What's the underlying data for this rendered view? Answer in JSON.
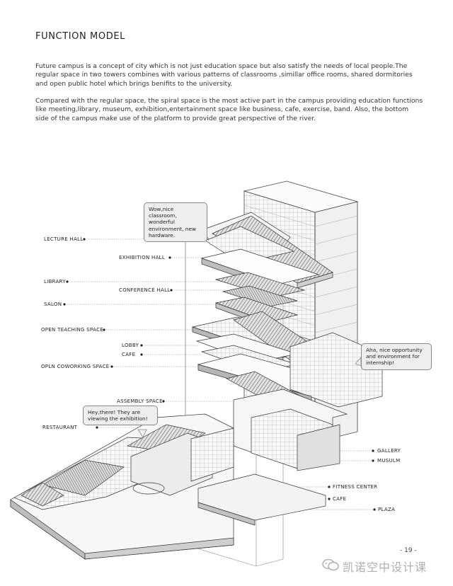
{
  "title": "FUNCTION MODEL",
  "paragraphs": [
    "Future campus is a concept of city which is not just education space but also satisfy the needs of local people.The regular space in two towers combines with various patterns of classrooms ,simillar office rooms, shared dormitories and open public hotel which brings benifits to the university.",
    "Compared with the regular space, the spiral space is the most active part  in the campus providing education functions like meeting,library, museum, exhibition,entertainment space like business, cafe, exercise, band. Also, the bottom side of the campus make use of the platform to provide great perspective of the river."
  ],
  "left_labels": {
    "lecture_hall": "LECTURE HALL",
    "exhibition_hall": "EXHIBITION HALL",
    "library": "LIBRARY",
    "conference_hall": "CONFERENCE HALL",
    "salon": "SALON",
    "open_teaching": "OPEN TEACHING SPACE",
    "lobby": "LOBBY",
    "cafe": "CAFE",
    "open_coworking": "OPLN COWORKING SPACE",
    "assembly": "ASSEMBLY SPACE",
    "restaurant": "RESTAURANT"
  },
  "right_labels": {
    "gallery": "GALLERY",
    "museum": "MUSULM",
    "fitness": "FITNESS CENTER",
    "cafe": "CAFE",
    "plaza": "PLAZA"
  },
  "bubbles": {
    "top": "Wow,nice classroom, wonderful environment, new hardware.",
    "right": "Aha, nice opportunity and environment for internship!",
    "left": "Hey,there! They are viewing the exhibition!"
  },
  "page_number": "- 19 -",
  "watermark": "凯诺空中设计课",
  "colors": {
    "line": "#444444",
    "hatch": "#7a7a7a",
    "bubble_bg": "#eeeeee",
    "watermark": "#b0b0b0"
  }
}
